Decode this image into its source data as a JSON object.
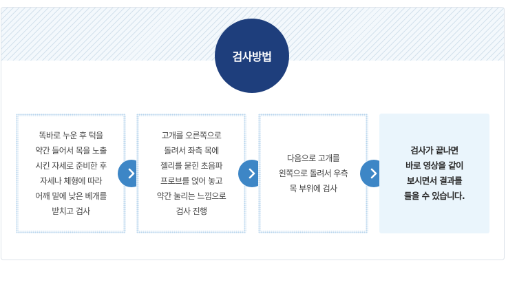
{
  "section": {
    "title": "검사방법"
  },
  "steps": [
    {
      "text": "똑바로 누운 후 턱을\n약간 들어서 목을 노출\n시킨 자세로 준비한 후\n자세나 체형에 따라\n어깨 밑에 낮은 베개를\n받치고 검사"
    },
    {
      "text": "고개를 오른쪽으로\n돌려서 좌측 목에\n젤리를 묻힌 초음파\n프로브를 얹어 놓고\n약간 눌리는 느낌으로\n검사 진행"
    },
    {
      "text": "다음으로 고개를\n왼쪽으로 돌려서 우측\n목 부위에 검사"
    },
    {
      "text": "검사가 끝나면\n바로 영상을 같이\n보시면서 결과를\n들을 수 있습니다."
    }
  ],
  "icons": {
    "next": "chevron-right-icon"
  },
  "colors": {
    "title_circle": "#1e3e7c",
    "arrow": "#3d86c6",
    "dots": "#b6d4ec",
    "final_bg": "#eaf5fc"
  }
}
